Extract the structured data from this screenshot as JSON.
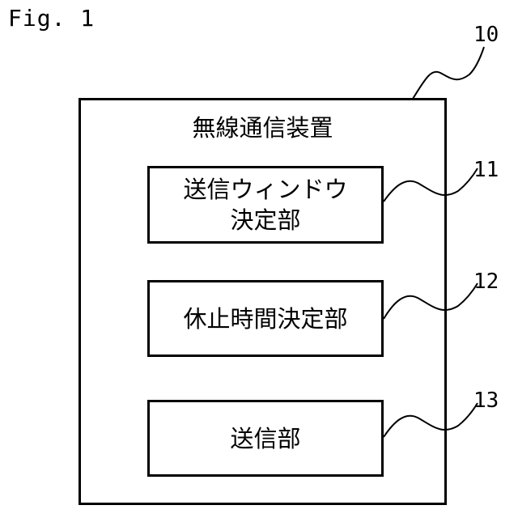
{
  "figure": {
    "label": "Fig. 1"
  },
  "device": {
    "ref": "10",
    "title": "無線通信装置"
  },
  "blocks": [
    {
      "ref": "11",
      "lines": [
        "送信ウィンドウ",
        "決定部"
      ]
    },
    {
      "ref": "12",
      "lines": [
        "休止時間決定部"
      ]
    },
    {
      "ref": "13",
      "lines": [
        "送信部"
      ]
    }
  ],
  "colors": {
    "line": "#000000",
    "background": "#ffffff"
  }
}
